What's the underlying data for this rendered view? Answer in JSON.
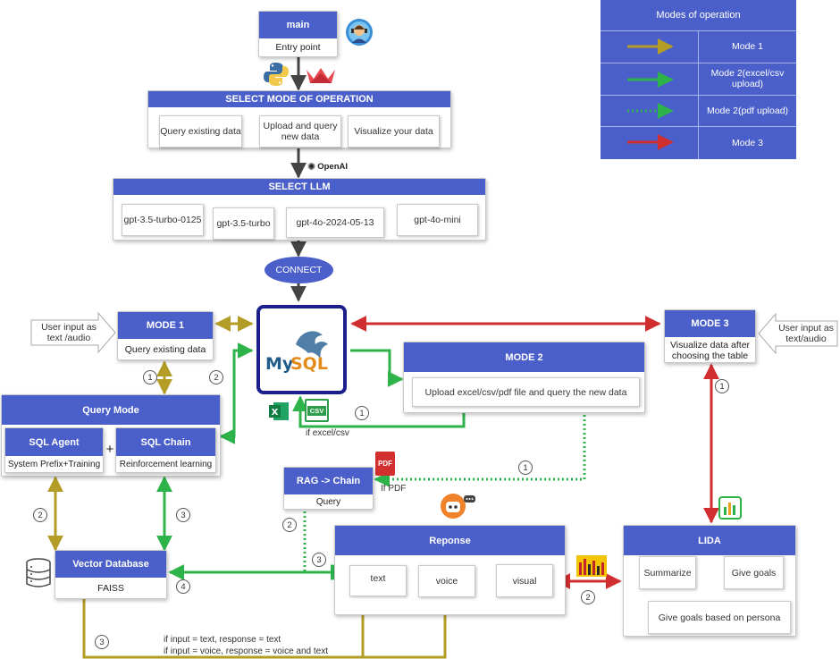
{
  "main": {
    "title": "main",
    "subtitle": "Entry point"
  },
  "select_mode": {
    "title": "SELECT MODE OF OPERATION",
    "options": [
      "Query existing data",
      "Upload and query new data",
      "Visualize your data"
    ]
  },
  "openai_label": "OpenAI",
  "select_llm": {
    "title": "SELECT LLM",
    "models": [
      "gpt-3.5-turbo-0125",
      "gpt-3.5-turbo",
      "gpt-4o-2024-05-13",
      "gpt-4o-mini"
    ]
  },
  "connect": "CONNECT",
  "mysql_label": "MySQL",
  "mode1": {
    "title": "MODE 1",
    "subtitle": "Query existing data"
  },
  "mode2": {
    "title": "MODE 2",
    "subtitle": "Upload excel/csv/pdf file  and query the new data"
  },
  "mode3": {
    "title": "MODE 3",
    "subtitle": "Visualize data after choosing the table"
  },
  "user_input_left": "User input as text /audio",
  "user_input_right": "User input as text/audio",
  "query_mode": {
    "title": "Query Mode",
    "sql_agent": {
      "title": "SQL Agent",
      "subtitle": "System Prefix+Training"
    },
    "plus": "+",
    "sql_chain": {
      "title": "SQL Chain",
      "subtitle": "Reinforcement learning"
    }
  },
  "csv_badge": "CSV",
  "if_excel": "if excel/csv",
  "pdf_badge": "PDF",
  "if_pdf": "If PDF",
  "rag": {
    "title": "RAG -> Chain",
    "subtitle": "Query"
  },
  "vector_db": {
    "title": "Vector  Database",
    "subtitle": "FAISS"
  },
  "response": {
    "title": "Reponse",
    "items": [
      "text",
      "voice",
      "visual"
    ]
  },
  "lida": {
    "title": "LIDA",
    "items": [
      "Summarize",
      "Give goals",
      "Give goals based on persona"
    ]
  },
  "footnote": [
    "if input = text, response = text",
    "if input = voice, response = voice and text"
  ],
  "step_numbers": {
    "mode1_down": "1",
    "mode1_right": "2",
    "excel": "1",
    "pdf": "1",
    "mode3_down": "1",
    "qm_left": "2",
    "qm_right": "3",
    "rag_down": "2",
    "rag_to_text": "3",
    "vdb": "4",
    "bottom": "3",
    "lida": "2"
  },
  "legend": {
    "title": "Modes of operation",
    "rows": [
      {
        "label": "Mode 1",
        "color": "#b39d26",
        "style": "solid"
      },
      {
        "label": "Mode 2(excel/csv upload)",
        "color": "#2db34a",
        "style": "solid"
      },
      {
        "label": "Mode 2(pdf upload)",
        "color": "#2db34a",
        "style": "dotted"
      },
      {
        "label": "Mode 3",
        "color": "#d12f2f",
        "style": "solid"
      }
    ]
  },
  "colors": {
    "header": "#4a5fc9",
    "mode1": "#b39d26",
    "mode2": "#2db34a",
    "mode3": "#d12f2f",
    "neutral": "#444444"
  }
}
